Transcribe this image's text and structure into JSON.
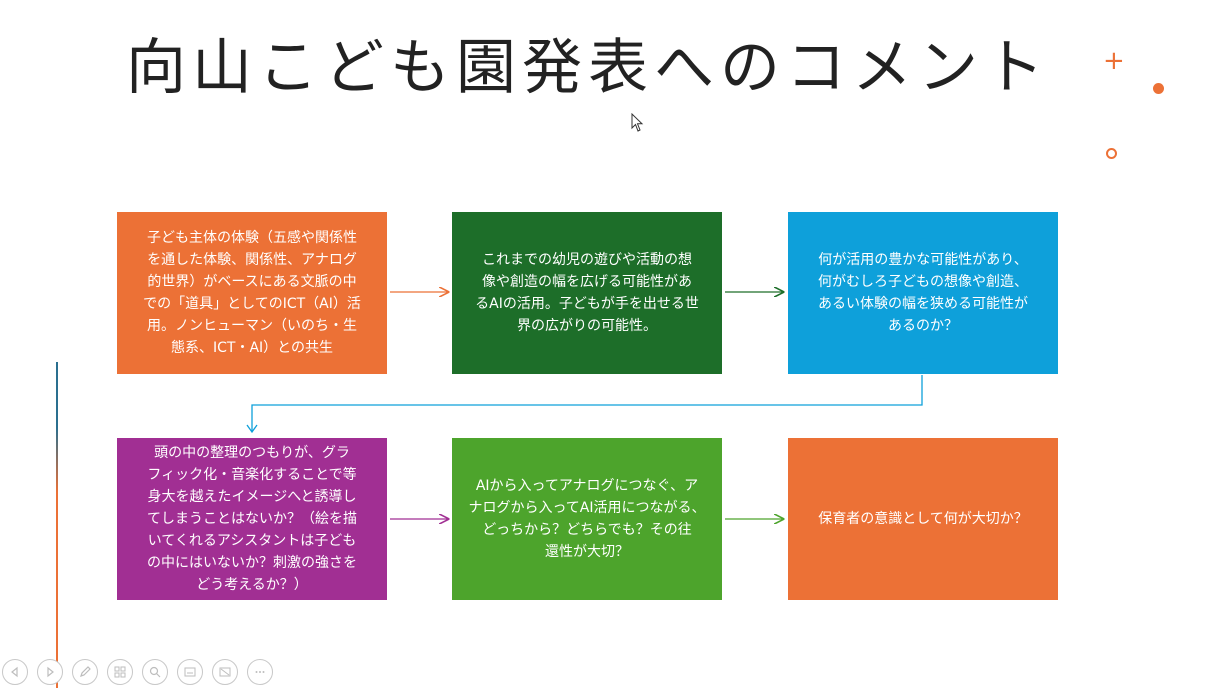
{
  "slide": {
    "title": "向山こども園発表へのコメント",
    "boxes": [
      "子ども主体の体験（五感や関係性\nを通した体験、関係性、アナログ\n的世界）がベースにある文脈の中\nでの「道具」としてのICT（AI）活\n用。ノンヒューマン（いのち・生\n態系、ICT・AI）との共生",
      "これまでの幼児の遊びや活動の想\n像や創造の幅を広げる可能性があ\nるAIの活用。子どもが手を出せる世\n界の広がりの可能性。",
      "何が活用の豊かな可能性があり、\n何がむしろ子どもの想像や創造、\nあるい体験の幅を狭める可能性が\nあるのか？",
      "頭の中の整理のつもりが、グラ\nフィック化・音楽化することで等\n身大を越えたイメージへと誘導し\nてしまうことはないか？（絵を描\nいてくれるアシスタントは子ども\nの中にはいないか？刺激の強さを\nどう考えるか？）",
      "AIから入ってアナログにつなぐ、ア\nナログから入ってAI活用につながる、\nどっちから？どちらでも？その往\n還性が大切？",
      "保育者の意識として何が大切か？"
    ],
    "box_colors": [
      "#ec7136",
      "#1d6e29",
      "#0ea0da",
      "#a12f93",
      "#4da42c",
      "#ec7136"
    ],
    "decorations": {
      "accent_color": "#ec7136",
      "icons": [
        "plus-icon",
        "dot-icon",
        "ring-icon"
      ]
    }
  },
  "toolbar": {
    "buttons": [
      "previous-icon",
      "next-icon",
      "pen-icon",
      "slides-icon",
      "zoom-icon",
      "subtitles-icon",
      "screen-icon",
      "more-icon"
    ]
  }
}
